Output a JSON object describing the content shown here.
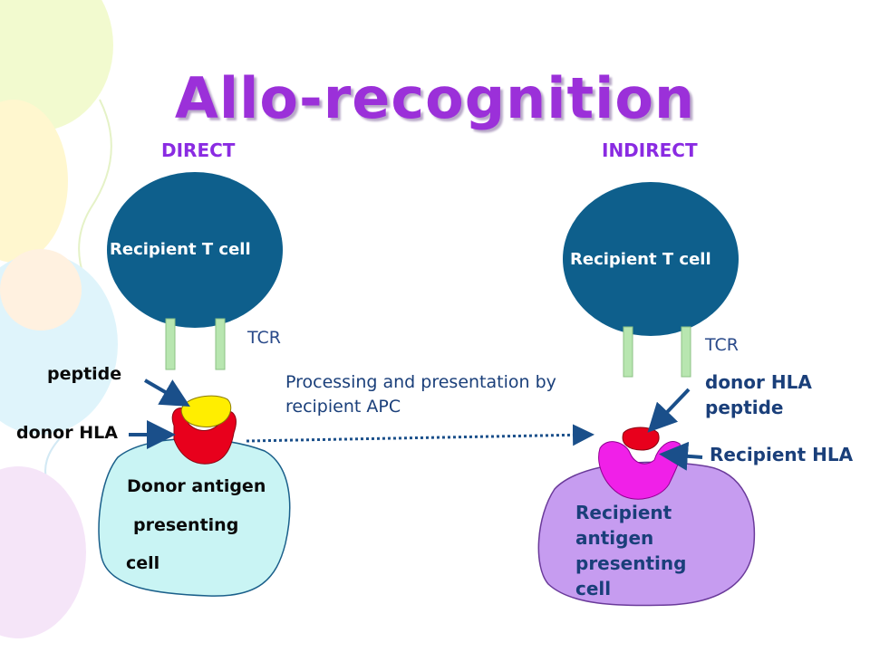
{
  "title": "Allo-recognition",
  "direct": {
    "heading": "DIRECT",
    "t_cell": "Recipient T cell",
    "tcr": "TCR",
    "peptide": "peptide",
    "donor_hla": "donor HLA",
    "apc_lines": [
      "Donor antigen",
      "presenting",
      "cell"
    ]
  },
  "indirect": {
    "heading": "INDIRECT",
    "t_cell": "Recipient T cell",
    "tcr": "TCR",
    "donor_hla_peptide_lines": [
      "donor HLA",
      "peptide"
    ],
    "recipient_hla": "Recipient HLA",
    "apc_lines": [
      "Recipient",
      "antigen",
      "presenting",
      "cell"
    ]
  },
  "processing": {
    "lines": [
      "Processing and presentation by",
      "recipient APC"
    ]
  },
  "colors": {
    "title": "#9b30d9",
    "t_cell": "#0e5f8c",
    "tcr_bar": "#b8e6b0",
    "donor_apc": "#c9f4f4",
    "recipient_apc": "#c69cf0",
    "hla_red": "#e8001c",
    "peptide_yellow": "#ffee00",
    "recipient_hla_magenta": "#f020e8",
    "arrow": "#1a4f8a"
  }
}
